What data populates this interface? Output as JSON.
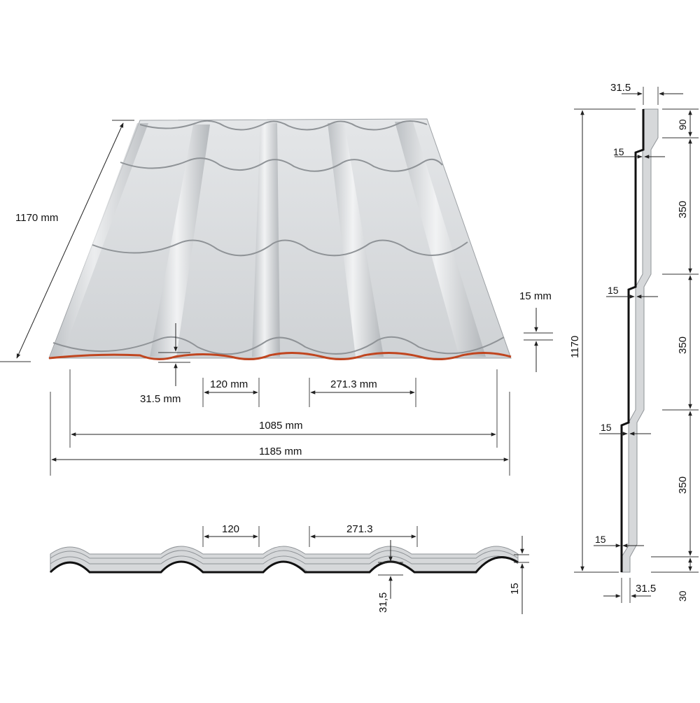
{
  "colors": {
    "sheet_fill": "#d6d8da",
    "sheet_light": "#eef0f1",
    "sheet_shadow": "#a9adb1",
    "edge_red": "#c0451f",
    "profile_dark": "#111111"
  },
  "perspective": {
    "length_label": "1170 mm",
    "step_label": "15 mm",
    "wave_height_label": "31.5 mm",
    "rib_label": "120 mm",
    "pitch_label": "271.3 mm",
    "useful_width_label": "1085 mm",
    "total_width_label": "1185 mm"
  },
  "front_profile": {
    "rib_label": "120",
    "pitch_label": "271.3",
    "height_label": "31,5",
    "step_label": "15"
  },
  "side_profile": {
    "top_width_label": "31.5",
    "total_length_label": "1170",
    "top_segment_label": "90",
    "step_labels": [
      "15",
      "15",
      "15",
      "15"
    ],
    "module_labels": [
      "350",
      "350",
      "350"
    ],
    "bottom_segment_label": "30",
    "bottom_width_label": "31.5"
  }
}
